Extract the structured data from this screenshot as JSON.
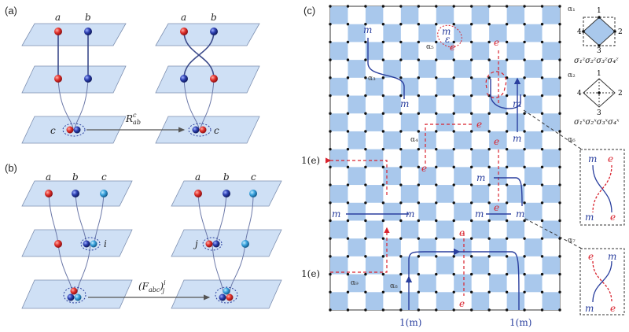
{
  "panel_a": {
    "label": "(a)",
    "particle_a": "a",
    "particle_b": "b",
    "fusion_c_left": "c",
    "fusion_c_right": "c",
    "braid_operator": "R",
    "braid_operator_sub": "ab",
    "braid_operator_sup": "c"
  },
  "panel_b": {
    "label": "(b)",
    "left_a": "a",
    "left_b": "b",
    "left_c": "c",
    "left_i": "i",
    "right_a": "a",
    "right_b": "b",
    "right_c": "c",
    "right_j": "j",
    "f_move": "(F",
    "f_move_sub": "abc",
    "f_move_close": ")",
    "f_move_sup": "i",
    "f_move_sub2": "j"
  },
  "panel_c": {
    "label": "(c)",
    "m_label": "m",
    "e_label": "e",
    "epsilon_label": "ε",
    "one_e_left_top": "1(e)",
    "one_e_left_bottom": "1(e)",
    "one_m_bottom_left": "1(m)",
    "one_m_bottom_right": "1(m)",
    "alphas": [
      "α₁",
      "α₂",
      "α₃",
      "α₄",
      "α₅",
      "α₆",
      "α₇",
      "α₈",
      "α₉"
    ],
    "alpha1_ops": "σ₁ᶻσ₂ᶻσ₃ᶻσ₄ᶻ",
    "alpha2_ops": "σ₁ˣσ₂ˣσ₃ˣσ₄ˣ",
    "vertex_nums": [
      "1",
      "2",
      "3",
      "4"
    ]
  },
  "colors": {
    "plane_fill": "#cfe0f5",
    "checker_blue": "#a9c8ec",
    "m_line": "#2a3f9e",
    "e_line": "#d9232e"
  }
}
